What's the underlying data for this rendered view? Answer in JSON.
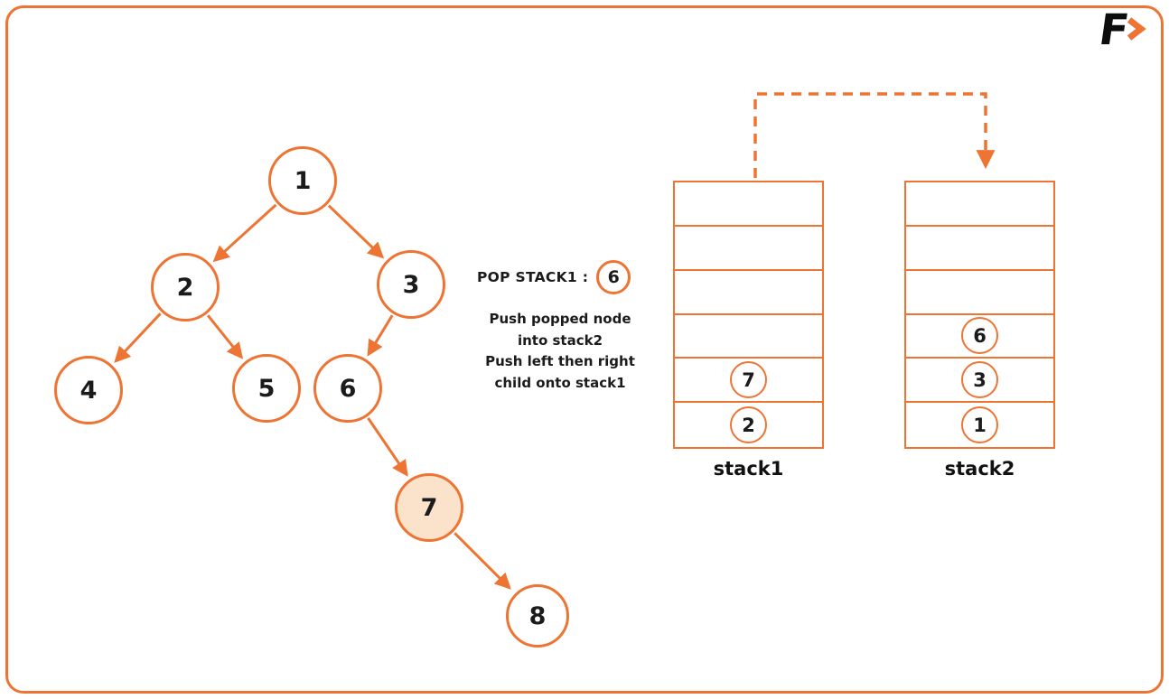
{
  "brand": {
    "logo_letter": "F"
  },
  "colors": {
    "accent": "#ee7434",
    "highlight_fill": "#fbe2cb",
    "text": "#1b1b1b"
  },
  "tree": {
    "nodes": [
      {
        "label": "1",
        "highlighted": false
      },
      {
        "label": "2",
        "highlighted": false
      },
      {
        "label": "3",
        "highlighted": false
      },
      {
        "label": "4",
        "highlighted": false
      },
      {
        "label": "5",
        "highlighted": false
      },
      {
        "label": "6",
        "highlighted": false
      },
      {
        "label": "7",
        "highlighted": true
      },
      {
        "label": "8",
        "highlighted": false
      }
    ],
    "edges": [
      "1-2",
      "1-3",
      "2-4",
      "2-5",
      "3-6",
      "6-7",
      "7-8"
    ]
  },
  "annotation": {
    "pop_label": "POP STACK1 :",
    "popped_value": "6",
    "lines": [
      "Push popped node",
      "into stack2",
      "Push left then right",
      "child onto stack1"
    ]
  },
  "stacks": {
    "stack1": {
      "label": "stack1",
      "cells": [
        "",
        "",
        "",
        "",
        "7",
        "2"
      ]
    },
    "stack2": {
      "label": "stack2",
      "cells": [
        "",
        "",
        "",
        "6",
        "3",
        "1"
      ]
    }
  }
}
